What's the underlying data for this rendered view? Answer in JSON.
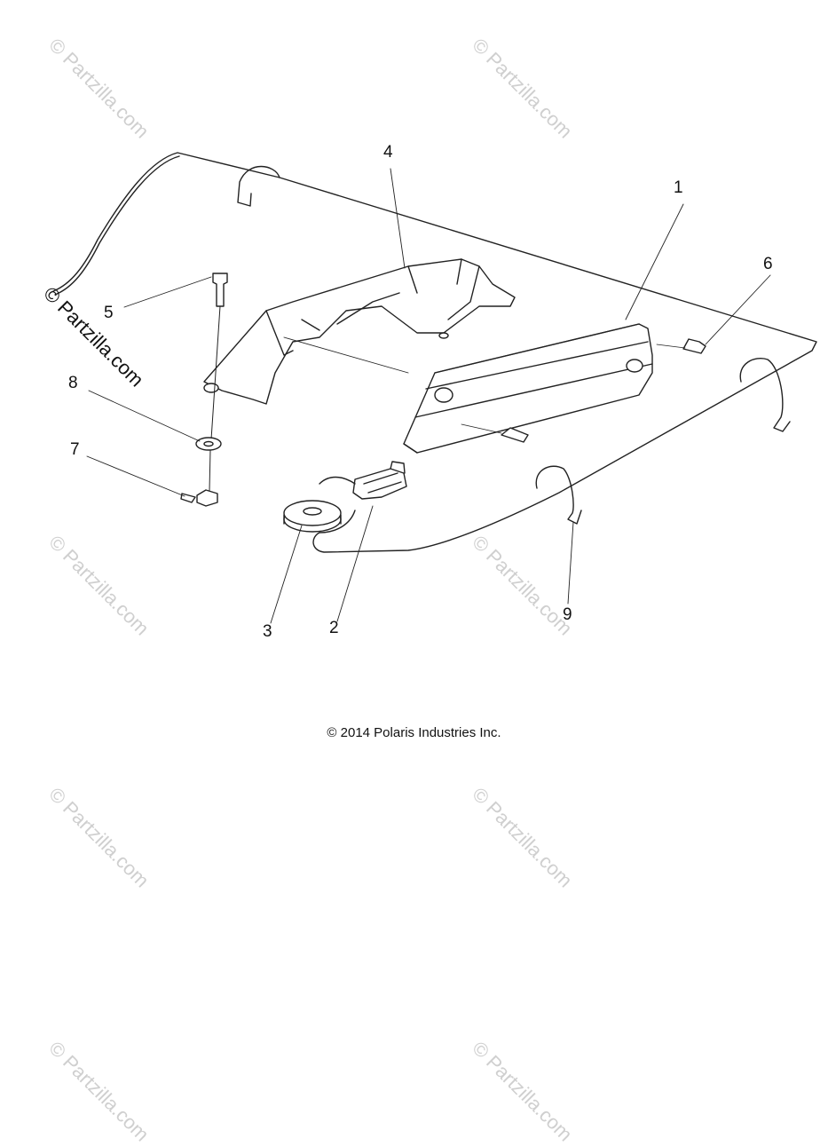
{
  "callouts": {
    "c1": "1",
    "c2": "2",
    "c3": "3",
    "c4": "4",
    "c5": "5",
    "c6": "6",
    "c7": "7",
    "c8": "8",
    "c9": "9"
  },
  "copyright": "© 2014 Polaris Industries Inc.",
  "watermark": "© Partzilla.com"
}
